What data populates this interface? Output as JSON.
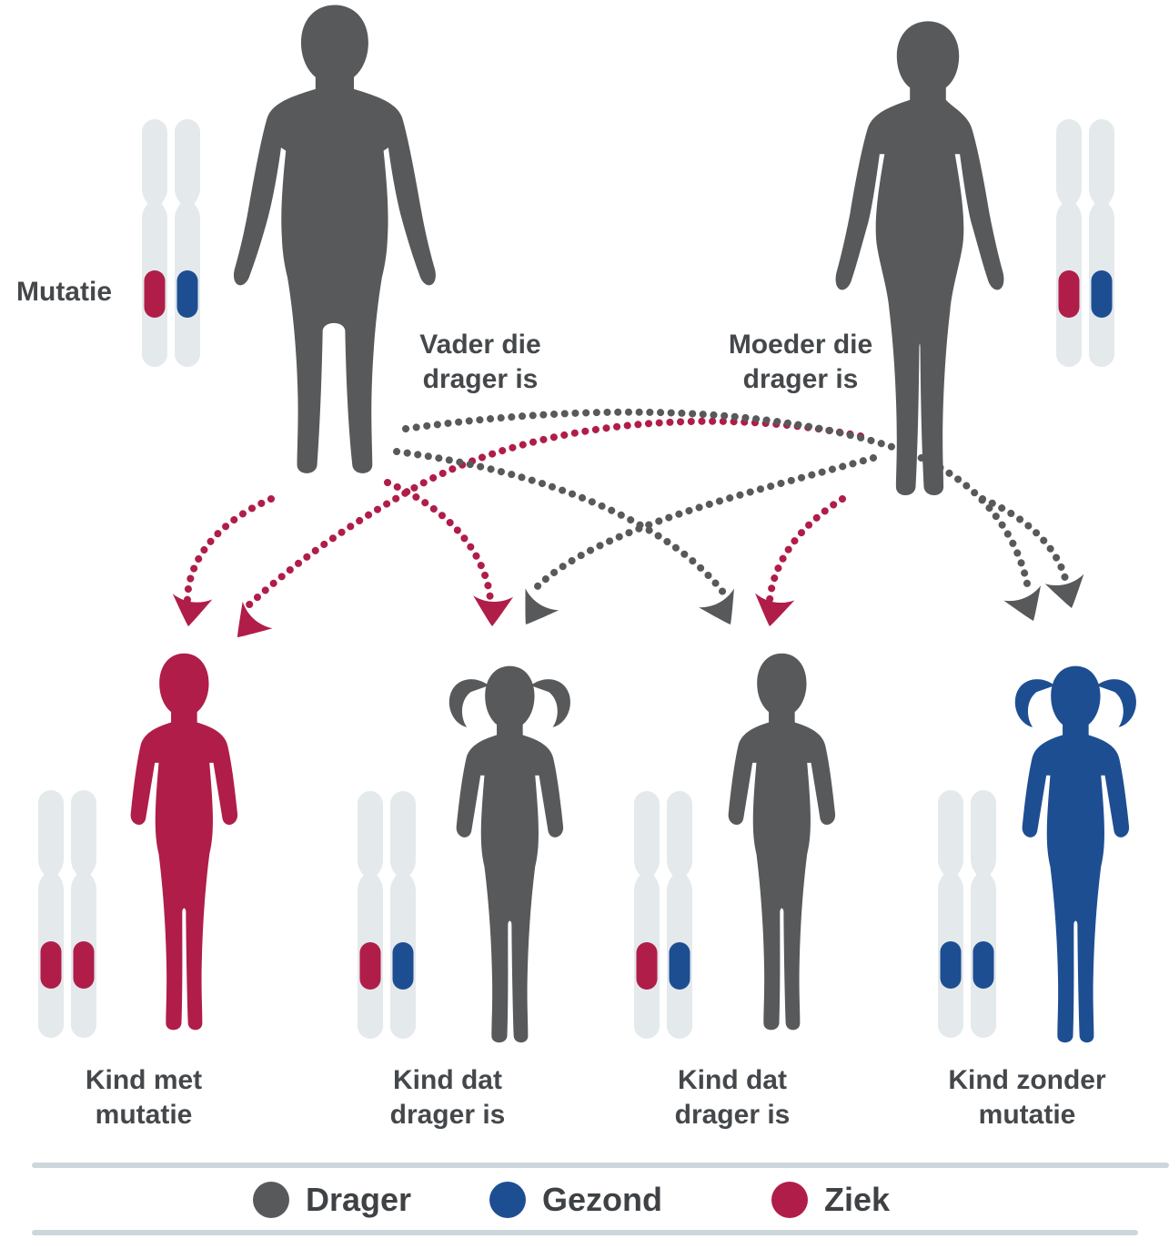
{
  "mutation_label": "Mutatie",
  "colors": {
    "drager": "#58595b",
    "gezond": "#1e4e92",
    "ziek": "#b01d49",
    "chromosome": "#e4e9ec",
    "rule": "#ccd7dc",
    "text": "#45484b"
  },
  "parents": {
    "father": {
      "label_line1": "Vader die",
      "label_line2": "drager is",
      "status": "drager",
      "chromosomes": [
        "ziek",
        "gezond"
      ]
    },
    "mother": {
      "label_line1": "Moeder die",
      "label_line2": "drager is",
      "status": "drager",
      "chromosomes": [
        "ziek",
        "gezond"
      ]
    }
  },
  "children": [
    {
      "label_line1": "Kind met",
      "label_line2": "mutatie",
      "status": "ziek",
      "chromosomes": [
        "ziek",
        "ziek"
      ]
    },
    {
      "label_line1": "Kind dat",
      "label_line2": "drager is",
      "status": "drager",
      "chromosomes": [
        "ziek",
        "gezond"
      ]
    },
    {
      "label_line1": "Kind dat",
      "label_line2": "drager is",
      "status": "drager",
      "chromosomes": [
        "ziek",
        "gezond"
      ]
    },
    {
      "label_line1": "Kind zonder",
      "label_line2": "mutatie",
      "status": "gezond",
      "chromosomes": [
        "gezond",
        "gezond"
      ]
    }
  ],
  "arrows": [
    {
      "from": "vader",
      "to": "kind-1",
      "color_key": "ziek"
    },
    {
      "from": "moeder",
      "to": "kind-1",
      "color_key": "ziek"
    },
    {
      "from": "vader",
      "to": "kind-2",
      "color_key": "ziek"
    },
    {
      "from": "moeder",
      "to": "kind-2",
      "color_key": "drager"
    },
    {
      "from": "vader",
      "to": "kind-3",
      "color_key": "drager"
    },
    {
      "from": "moeder",
      "to": "kind-3",
      "color_key": "ziek"
    },
    {
      "from": "vader",
      "to": "kind-4",
      "color_key": "drager"
    },
    {
      "from": "moeder",
      "to": "kind-4",
      "color_key": "drager"
    }
  ],
  "legend": {
    "items": [
      {
        "label": "Drager"
      },
      {
        "label": "Gezond"
      },
      {
        "label": "Ziek"
      }
    ]
  }
}
